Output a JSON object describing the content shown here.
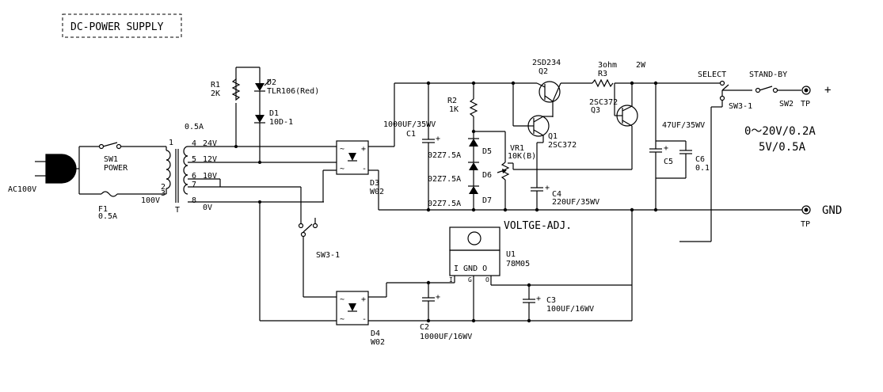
{
  "title": "DC-POWER SUPPLY",
  "input": {
    "plug": "AC100V",
    "sw1": "SW1",
    "sw1_name": "POWER",
    "f1": "F1",
    "f1_value": "0.5A"
  },
  "transformer": {
    "name": "T",
    "primary": "100V",
    "current": "0.5A",
    "taps": [
      {
        "pin": "4",
        "volt": "24V"
      },
      {
        "pin": "5",
        "volt": "12V"
      },
      {
        "pin": "6",
        "volt": "10V"
      },
      {
        "pin": "7",
        "volt": ""
      },
      {
        "pin": "8",
        "volt": "0V"
      }
    ],
    "pri_pins": [
      "1",
      "2",
      "3"
    ]
  },
  "led": {
    "r1": "R1",
    "r1_value": "2K",
    "d2": "D2",
    "d2_value": "TLR106(Red)",
    "d1": "D1",
    "d1_value": "10D-1"
  },
  "rectifiers": {
    "d3": "D3",
    "d3_value": "W02",
    "d4": "D4",
    "d4_value": "W02"
  },
  "regulator": {
    "c1": "C1",
    "c1_value": "1000UF/35WV",
    "r2": "R2",
    "r2_value": "1K",
    "zeners": [
      {
        "name": "D5",
        "value": "02Z7.5A"
      },
      {
        "name": "D6",
        "value": "02Z7.5A"
      },
      {
        "name": "D7",
        "value": "02Z7.5A"
      }
    ],
    "vr1": "VR1",
    "vr1_value": "10K(B)",
    "q1": "Q1",
    "q1_value": "2SC372",
    "q2": "Q2",
    "q2_value": "2SD234",
    "q3": "Q3",
    "q3_value": "2SC372",
    "r3": "R3",
    "r3_value": "3ohm",
    "r3_power": "2W",
    "c4": "C4",
    "c4_value": "220UF/35WV",
    "c5": "C5",
    "c5_value": "47UF/35WV",
    "c6": "C6",
    "c6_value": "0.1",
    "adj_label": "VOLTGE-ADJ."
  },
  "switches": {
    "select": "SELECT",
    "standby": "STAND-BY",
    "sw3_top": "SW3-1",
    "sw3_bottom": "SW3-1",
    "sw2": "SW2"
  },
  "outputs": {
    "tp_top": "TP",
    "tp_bottom": "TP",
    "plus": "+",
    "gnd": "GND",
    "spec_line1": "0～20V/0.2A",
    "spec_line2": "5V/0.5A"
  },
  "u1": {
    "name": "U1",
    "value": "78M05",
    "pins": "I GND O",
    "pin_i": "I",
    "pin_g": "G",
    "pin_o": "O"
  },
  "caps5v": {
    "c2": "C2",
    "c2_value": "1000UF/16WV",
    "c3": "C3",
    "c3_value": "100UF/16WV"
  },
  "bridge_marks": {
    "ac": "~",
    "plus": "+",
    "minus": "-"
  }
}
